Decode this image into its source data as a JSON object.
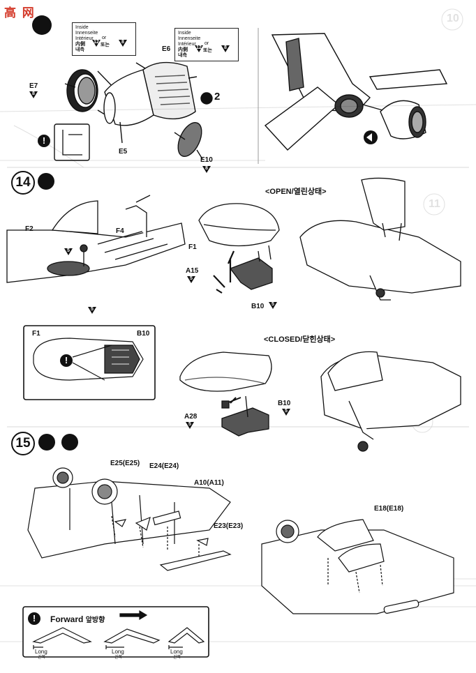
{
  "watermark": "高 网",
  "step13": {
    "legend_left": {
      "lines": [
        "Inside",
        "Innenseite",
        "Intérieur",
        "内側",
        "내측"
      ],
      "or": "or",
      "ko": "또는",
      "num_a": "12",
      "num_b": "8"
    },
    "legend_right": {
      "lines": [
        "Inside",
        "Innenseite",
        "Intérieur",
        "内側",
        "내측"
      ],
      "or": "or",
      "ko": "또는",
      "num_a": "12",
      "num_b": "8"
    },
    "parts": {
      "e7": "E7",
      "e7_num": "8",
      "e6": "E6",
      "e5": "E5",
      "e10": "E10",
      "e10_num": "8",
      "qty": "2"
    }
  },
  "step14": {
    "number": "14",
    "open_label": "<OPEN/열린상태>",
    "closed_label": "<CLOSED/닫힌상태>",
    "parts": {
      "f2": "F2",
      "f4": "F4",
      "f4_num": "5",
      "base_num": "5",
      "f1": "F1",
      "a15": "A15",
      "a15_num": "5",
      "b10": "B10",
      "b10_num": "5",
      "a28": "A28",
      "a28_num": "5",
      "b10c": "B10",
      "b10c_num": "5"
    },
    "note": {
      "f1": "F1",
      "b10": "B10"
    }
  },
  "step15": {
    "number": "15",
    "parts": {
      "e25": "E25(E25)",
      "e24": "E24(E24)",
      "a10": "A10(A11)",
      "e23": "E23(E23)",
      "e18": "E18(E18)"
    },
    "note": {
      "forward_en": "Forward",
      "forward_ko": "앞방향",
      "long_en": "Long",
      "long_ko": "긴쪽"
    }
  },
  "ghost_steps": {
    "s10": "10",
    "s11": "11"
  }
}
